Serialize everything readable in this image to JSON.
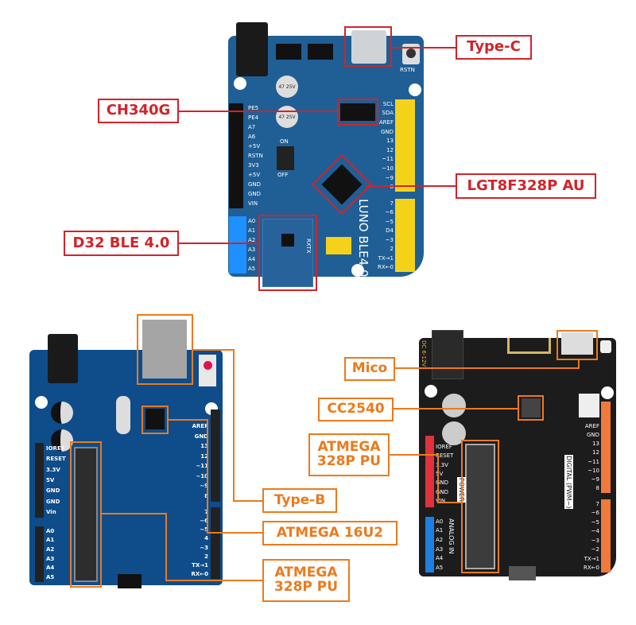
{
  "colors": {
    "callout_red": "#d2232a",
    "callout_orange": "#ec7a1c",
    "board_blue": "#1f5f95",
    "board_uno_blue": "#0f4c8a",
    "board_black": "#1c1c1c",
    "header_yellow": "#f5d21a"
  },
  "luno_board": {
    "name": "LUNO BLE4.0",
    "reset_label": "RSTN",
    "left_pins": [
      "PE5",
      "PE4",
      "A7",
      "A6",
      "+5V",
      "RSTN",
      "3V3",
      "+5V",
      "GND",
      "GND",
      "VIN"
    ],
    "analog_pins": [
      "A0",
      "A1",
      "A2",
      "A3",
      "A4",
      "A5"
    ],
    "right_pins_top": [
      "SCL",
      "SDA",
      "AREF",
      "GND",
      "13",
      "12",
      "~11",
      "~10",
      "~9",
      "8"
    ],
    "right_pins_bottom": [
      "7",
      "~6",
      "~5",
      "D4",
      "~3",
      "2",
      "TX→1",
      "RX←0"
    ],
    "switch": {
      "on": "ON",
      "off": "OFF"
    },
    "cap_label": "47 25V",
    "module_label": "RXTX",
    "callouts": {
      "type_c": "Type-C",
      "ch340g": "CH340G",
      "lgt8f328p": "LGT8F328P AU",
      "d32_ble": "D32 BLE 4.0"
    }
  },
  "uno_board": {
    "left_pins": [
      "IOREF",
      "RESET",
      "3.3V",
      "5V",
      "GND",
      "GND",
      "Vin"
    ],
    "analog_pins": [
      "A0",
      "A1",
      "A2",
      "A3",
      "A4",
      "A5"
    ],
    "right_pins_top": [
      "AREF",
      "GND",
      "13",
      "12",
      "~11",
      "~10",
      "~9",
      "8"
    ],
    "right_pins_bottom": [
      "7",
      "~6",
      "~5",
      "4",
      "~3",
      "2",
      "TX→1",
      "RX←0"
    ],
    "callouts": {
      "type_b": "Type-B",
      "atmega16u2": "ATMEGA 16U2",
      "atmega328p_l1": "ATMEGA",
      "atmega328p_l2": "328P PU"
    }
  },
  "black_board": {
    "power_label": "DC 6-12V",
    "left_pins": [
      "IOREF",
      "RESET",
      "3.3V",
      "5V",
      "GND",
      "GND",
      "VIN"
    ],
    "power_text": "POWER",
    "analog_text": "ANALOG IN",
    "digital_text": "DIGITAL (PWM~)",
    "analog_pins": [
      "A0",
      "A1",
      "A2",
      "A3",
      "A4",
      "A5"
    ],
    "right_pins_top": [
      "AREF",
      "GND",
      "13",
      "12",
      "~11",
      "~10",
      "~9",
      "8"
    ],
    "right_pins_bottom": [
      "7",
      "~6",
      "~5",
      "~4",
      "~3",
      "~2",
      "TX→1",
      "RX←0"
    ],
    "callouts": {
      "mico": "Mico",
      "cc2540": "CC2540",
      "atmega328p_l1": "ATMEGA",
      "atmega328p_l2": "328P PU"
    }
  }
}
